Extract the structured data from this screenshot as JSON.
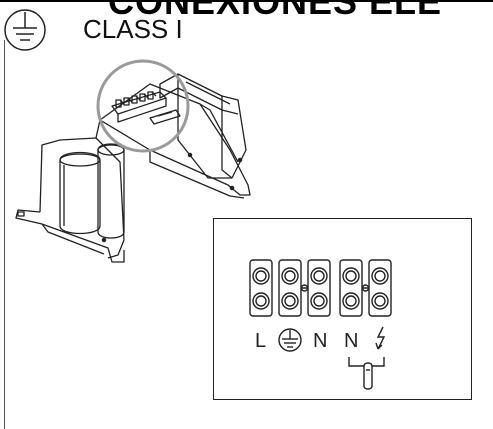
{
  "header": {
    "title_partial": "CONEXIONES ELÉ",
    "class_label": "CLASS I"
  },
  "terminal_block": {
    "labels": {
      "live": "L",
      "neutral_1": "N",
      "neutral_2": "N"
    },
    "terminal_count": 5
  },
  "colors": {
    "line": "#222222",
    "highlight_circle": "#9a9a9a",
    "background": "#ffffff"
  }
}
